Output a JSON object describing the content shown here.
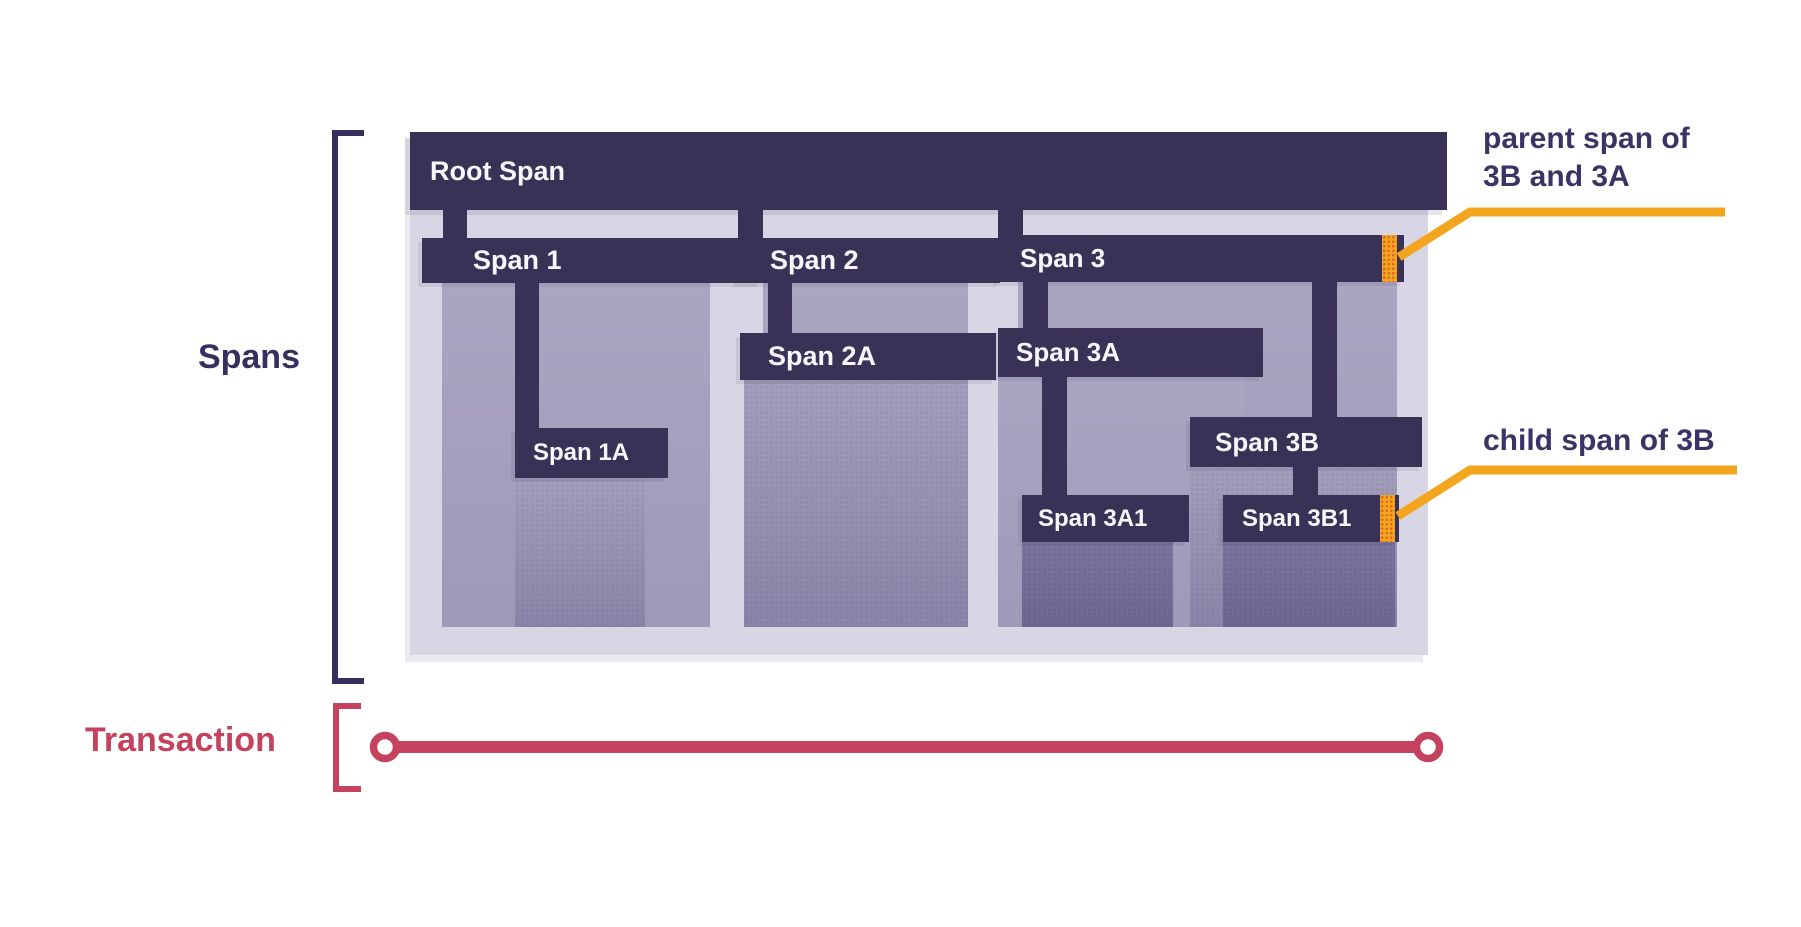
{
  "labels": {
    "spans": "Spans",
    "transaction": "Transaction"
  },
  "spans": {
    "root": "Root Span",
    "s1": "Span 1",
    "s1a": "Span 1A",
    "s2": "Span 2",
    "s2a": "Span 2A",
    "s3": "Span 3",
    "s3a": "Span 3A",
    "s3a1": "Span 3A1",
    "s3b": "Span 3B",
    "s3b1": "Span 3B1"
  },
  "annotations": {
    "parent_line1": "parent span of",
    "parent_line2": "3B and 3A",
    "child_line1": "child span of 3B"
  },
  "colors": {
    "navy-bar": "#3a3157",
    "navy-line": "#37305f",
    "navy-text": "#3a3366",
    "bar-text": "#f7f6fb",
    "container-bg": "#d8d6e4",
    "orange": "#f2a51d",
    "red": "#c5425e"
  }
}
